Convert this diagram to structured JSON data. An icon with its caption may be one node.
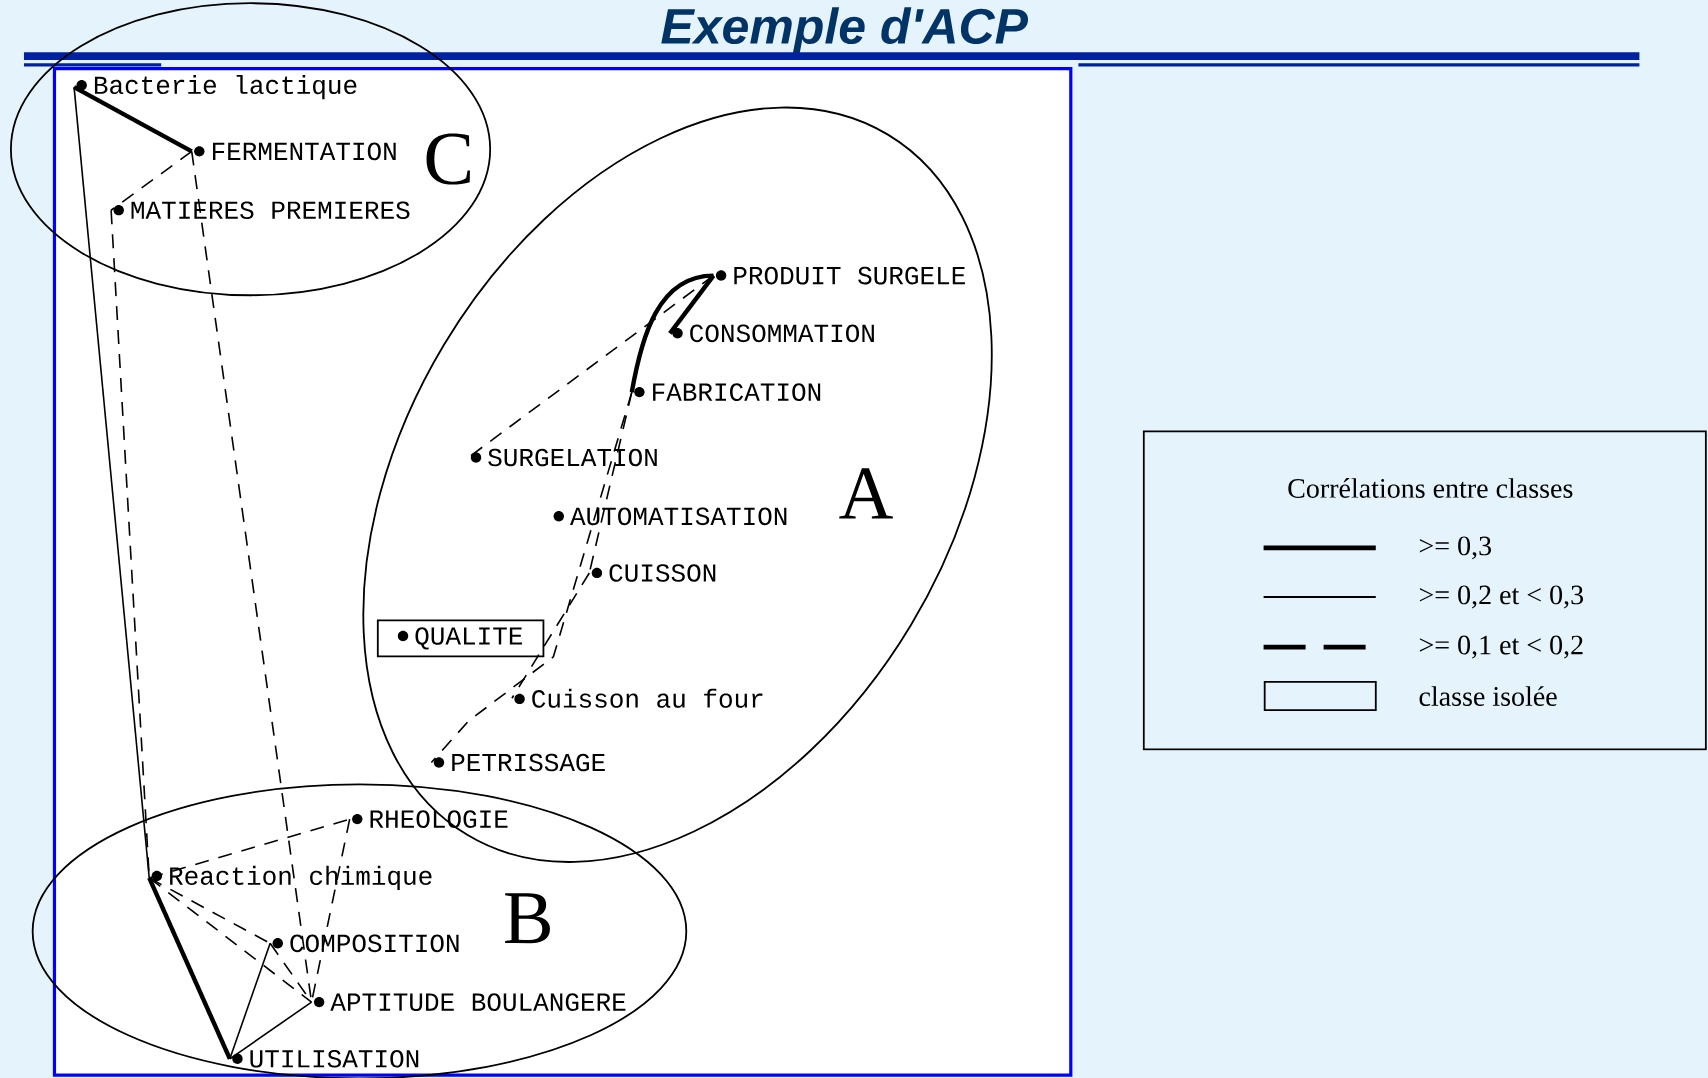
{
  "diagram": {
    "title": "Exemple d'ACP",
    "nodes": [
      {
        "text": [
          "C"
        ]
      },
      {
        "text": [
          "Bacterie lactique"
        ],
        "in": 0
      },
      {
        "text": [
          "FERMENTATION"
        ],
        "in": 0
      },
      {
        "text": [
          "MATIERES PREMIERES"
        ],
        "in": 0
      },
      {
        "text": [
          "A"
        ]
      },
      {
        "text": [
          "PRODUIT SURGELE"
        ],
        "in": 4
      },
      {
        "text": [
          "CONSOMMATION"
        ],
        "in": 4
      },
      {
        "text": [
          "FABRICATION"
        ],
        "in": 4
      },
      {
        "text": [
          "SURGELATION"
        ],
        "in": 4
      },
      {
        "text": [
          "AUTOMATISATION"
        ],
        "in": 4
      },
      {
        "text": [
          "CUISSON"
        ],
        "in": 4
      },
      {
        "text": [
          "QUALITE"
        ],
        "in": 4
      },
      {
        "text": [
          "Cuisson au four"
        ],
        "in": 4
      },
      {
        "text": [
          "PETRISSAGE"
        ],
        "in": 4
      },
      {
        "text": [
          "B"
        ]
      },
      {
        "text": [
          "RHEOLOGIE"
        ],
        "in": 14
      },
      {
        "text": [
          "Reaction chimique"
        ],
        "in": 14
      },
      {
        "text": [
          "COMPOSITION"
        ],
        "in": 14
      },
      {
        "text": [
          "APTITUDE BOULANGERE"
        ],
        "in": 14
      },
      {
        "text": [
          "UTILISATION"
        ],
        "in": 14
      }
    ],
    "edges": [
      {
        "from": 1,
        "to": 2,
        "arrow": "none",
        "style": "thick"
      },
      {
        "from": 2,
        "to": 3,
        "arrow": "none",
        "style": "dashed"
      },
      {
        "from": 1,
        "to": 16,
        "arrow": "none"
      },
      {
        "from": 3,
        "to": 16,
        "arrow": "none",
        "style": "dashed"
      },
      {
        "from": 2,
        "to": 18,
        "arrow": "none",
        "style": "dashed"
      },
      {
        "from": 5,
        "to": 6,
        "arrow": "none",
        "style": "thick"
      },
      {
        "from": 5,
        "to": 7,
        "arrow": "none",
        "style": "thick"
      },
      {
        "from": 5,
        "to": 8,
        "arrow": "none",
        "style": "dashed"
      },
      {
        "from": 7,
        "to": 10,
        "arrow": "none",
        "style": "dashed"
      },
      {
        "from": 7,
        "to": 13,
        "arrow": "none",
        "style": "dashed"
      },
      {
        "from": 10,
        "to": 12,
        "arrow": "none",
        "style": "dashed"
      },
      {
        "from": 16,
        "to": 15,
        "arrow": "none",
        "style": "dashed"
      },
      {
        "from": 15,
        "to": 18,
        "arrow": "none",
        "style": "dashed"
      },
      {
        "from": 16,
        "to": 17,
        "arrow": "none",
        "style": "dashed"
      },
      {
        "from": 16,
        "to": 18,
        "arrow": "none",
        "style": "dashed"
      },
      {
        "from": 16,
        "to": 19,
        "arrow": "none",
        "style": "thick"
      },
      {
        "from": 19,
        "to": 17,
        "arrow": "none"
      },
      {
        "from": 19,
        "to": 18,
        "arrow": "none"
      },
      {
        "from": 17,
        "to": 18,
        "arrow": "none",
        "style": "dashed"
      }
    ],
    "labels": [
      "Corrélations entre classes"
    ],
    "legend": [
      {
        "text": ">= 0,3"
      },
      {
        "text": ">= 0,2 et < 0,3"
      },
      {
        "text": ">= 0,1 et < 0,2"
      },
      {
        "text": "classe isolée"
      }
    ]
  }
}
